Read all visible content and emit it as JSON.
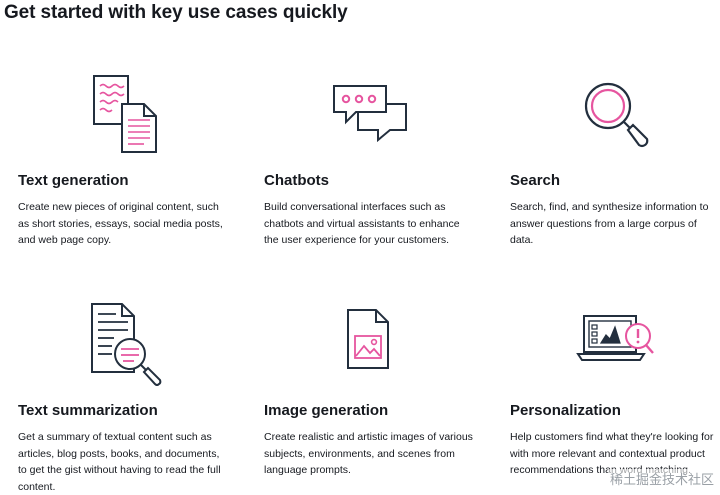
{
  "page": {
    "title": "Get started with key use cases quickly",
    "accent_color": "#e6559f",
    "stroke_color": "#232f3e"
  },
  "cards": [
    {
      "icon": "documents-icon",
      "title": "Text generation",
      "description": "Create new pieces of original content, such as short stories, essays, social media posts, and web page copy."
    },
    {
      "icon": "chat-bubbles-icon",
      "title": "Chatbots",
      "description": "Build conversational interfaces such as chatbots and virtual assistants to enhance the user experience for your customers."
    },
    {
      "icon": "magnifier-icon",
      "title": "Search",
      "description": "Search, find, and synthesize information to answer questions from a large corpus of data."
    },
    {
      "icon": "document-search-icon",
      "title": "Text summarization",
      "description": "Get a summary of textual content such as articles, blog posts, books, and documents, to get the gist without having to read the full content."
    },
    {
      "icon": "image-file-icon",
      "title": "Image generation",
      "description": "Create realistic and artistic images of various subjects, environments, and scenes from language prompts."
    },
    {
      "icon": "laptop-alert-icon",
      "title": "Personalization",
      "description": "Help customers find what they're looking for with more relevant and contextual product recommendations than word matching."
    }
  ],
  "watermark": "稀土掘金技术社区"
}
